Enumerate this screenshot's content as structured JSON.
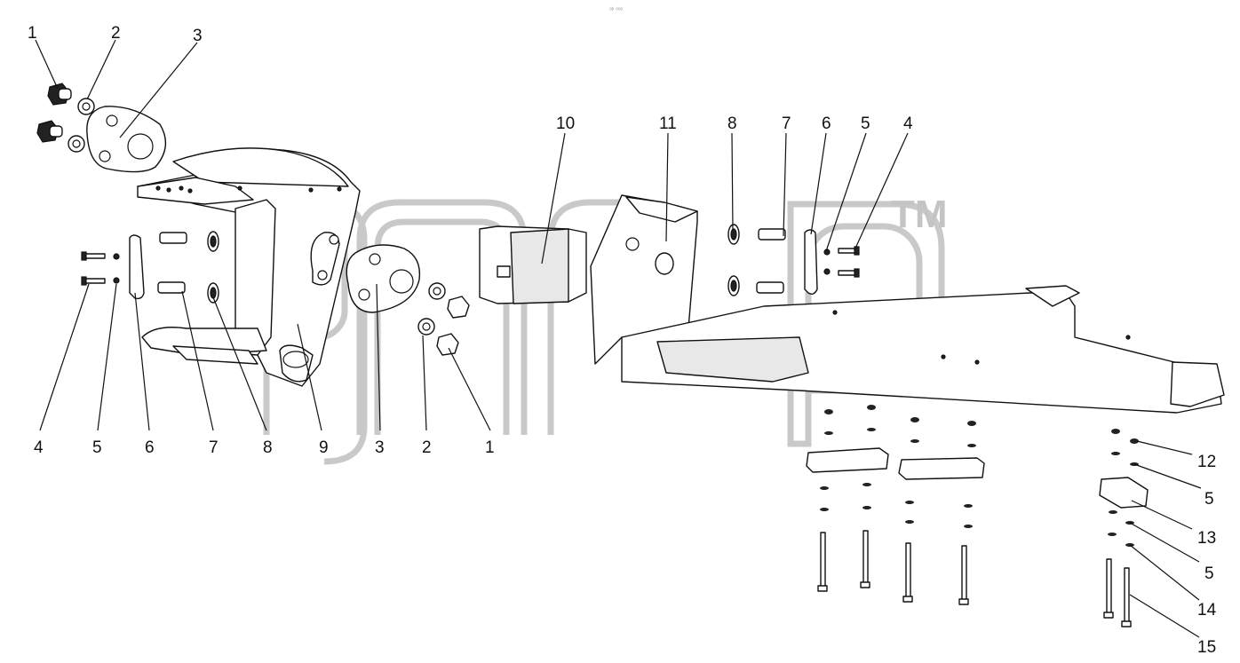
{
  "watermark": {
    "text": "TM"
  },
  "header_glyph": "ᵒᵇ ᵒᵒᵒ",
  "callouts": [
    {
      "id": "1",
      "label": "1"
    },
    {
      "id": "2",
      "label": "2"
    },
    {
      "id": "3",
      "label": "3"
    },
    {
      "id": "4",
      "label": "4"
    },
    {
      "id": "5",
      "label": "5"
    },
    {
      "id": "6",
      "label": "6"
    },
    {
      "id": "7",
      "label": "7"
    },
    {
      "id": "8",
      "label": "8"
    },
    {
      "id": "9",
      "label": "9"
    },
    {
      "id": "10",
      "label": "10"
    },
    {
      "id": "11",
      "label": "11"
    },
    {
      "id": "12",
      "label": "12"
    },
    {
      "id": "13",
      "label": "13"
    },
    {
      "id": "14",
      "label": "14"
    },
    {
      "id": "15",
      "label": "15"
    }
  ]
}
